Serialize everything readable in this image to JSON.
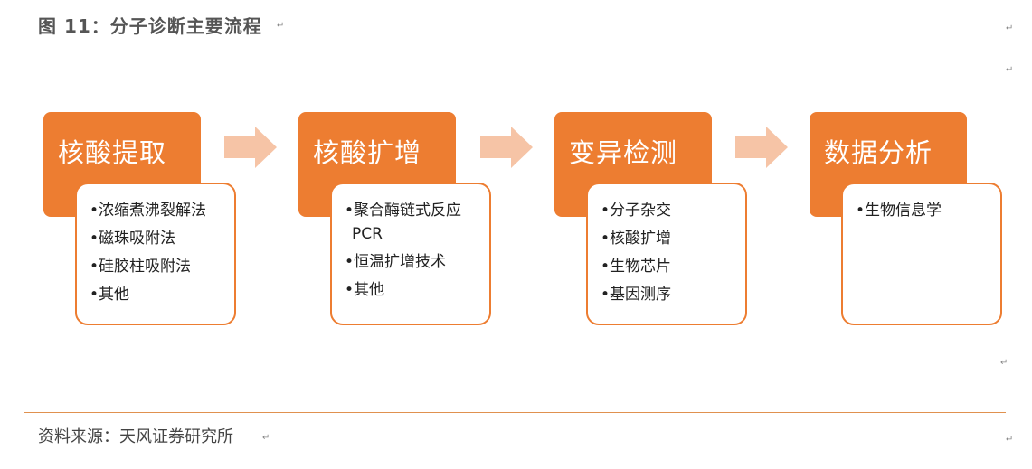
{
  "figure": {
    "title": "图 11：分子诊断主要流程",
    "source": "资料来源：天风证券研究所"
  },
  "colors": {
    "accent": "#ed7d31",
    "arrow": "#f6c4a6",
    "rule": "#e0914f"
  },
  "stages": [
    {
      "title": "核酸提取",
      "items": [
        "•浓缩煮沸裂解法",
        "•磁珠吸附法",
        "•硅胶柱吸附法",
        "•其他"
      ]
    },
    {
      "title": "核酸扩增",
      "items": [
        "•聚合酶链式反应",
        "PCR",
        "•恒温扩增技术",
        "•其他"
      ]
    },
    {
      "title": "变异检测",
      "items": [
        "•分子杂交",
        "•核酸扩增",
        "•生物芯片",
        "•基因测序"
      ]
    },
    {
      "title": "数据分析",
      "items": [
        "•生物信息学"
      ]
    }
  ]
}
